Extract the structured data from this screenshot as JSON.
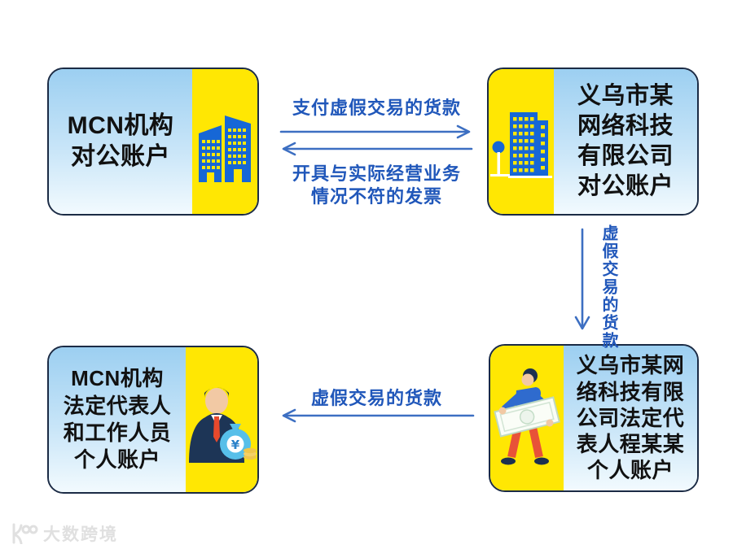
{
  "boxes": {
    "mcn_corporate": {
      "lines": [
        "MCN机构",
        "对公账户"
      ]
    },
    "yiwu_corporate": {
      "lines": [
        "义乌市某",
        "网络科技",
        "有限公司",
        "对公账户"
      ]
    },
    "mcn_personal": {
      "lines": [
        "MCN机构",
        "法定代表人",
        "和工作人员",
        "个人账户"
      ]
    },
    "yiwu_personal": {
      "lines": [
        "义乌市某网",
        "络科技有限",
        "公司法定代",
        "表人程某某",
        "个人账户"
      ]
    }
  },
  "labels": {
    "pay_fake_goods": "支付虚假交易的货款",
    "invoice_line1": "开具与实际经营业务",
    "invoice_line2": "情况不符的发票",
    "vertical_fake_goods": "虚假交易的货款",
    "bottom_fake_goods": "虚假交易的货款"
  },
  "watermark": {
    "text": "大数跨境"
  },
  "colors": {
    "yellow_panel": "#FFE703",
    "blue_panel_top": "#9CCFF1",
    "blue_panel_bottom": "#F2FAFE",
    "box_border": "#1B2B45",
    "building_blue": "#1667D6",
    "arrow_blue": "#3D6FC2",
    "label_blue": "#2057BA",
    "box_text": "#111111"
  }
}
